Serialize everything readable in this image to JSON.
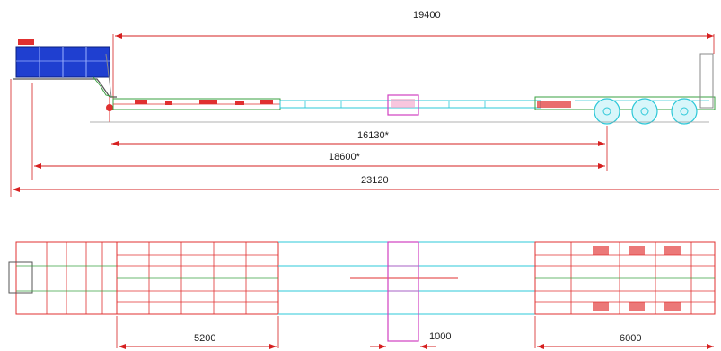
{
  "side_view": {
    "dims": {
      "overall_deck": "19400",
      "kingpin_to_axle": "16130*",
      "front_to_axle": "18600*",
      "overall_length": "23120"
    }
  },
  "top_view": {
    "dims": {
      "front_deck": "5200",
      "extension": "1000",
      "rear_deck": "6000"
    }
  },
  "colors": {
    "dimension_line": "#d62020",
    "frame_red": "#e03030",
    "frame_cyan": "#2cc8d8",
    "frame_green": "#3aa040",
    "gooseneck_blue": "#1f3fd0",
    "magenta": "#d040c0"
  }
}
